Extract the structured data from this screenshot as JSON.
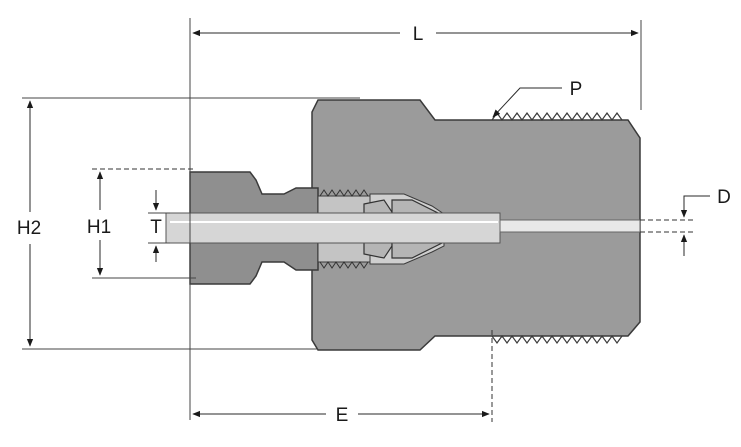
{
  "labels": {
    "L": "L",
    "P": "P",
    "D": "D",
    "H2": "H2",
    "H1": "H1",
    "T": "T",
    "E": "E"
  },
  "colors": {
    "body": "#9b9b9b",
    "tube": "#d6d6d6",
    "line": "#2a2a2a"
  }
}
